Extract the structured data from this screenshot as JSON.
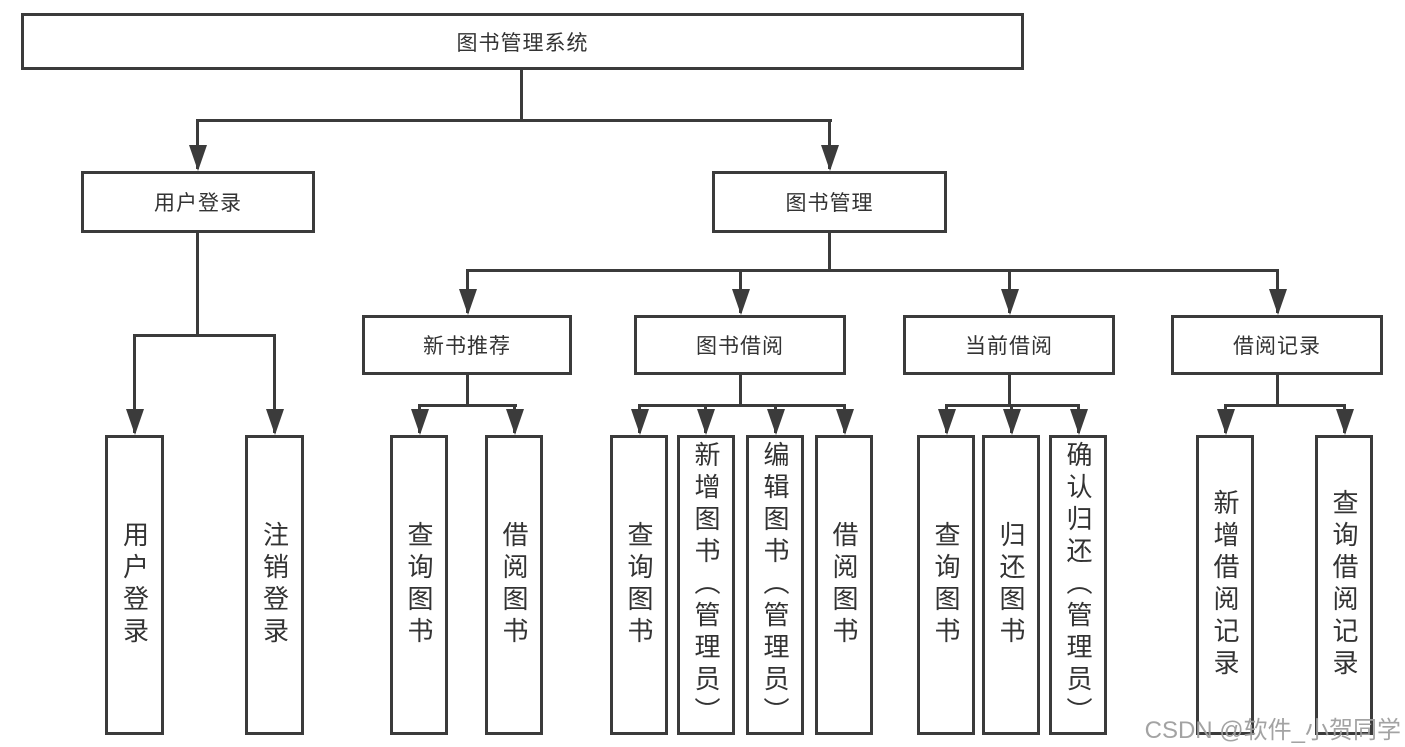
{
  "colors": {
    "line": "#3b3b3b",
    "text": "#333333",
    "background": "#ffffff",
    "watermark": "#9e9e9e"
  },
  "nodes": {
    "root": {
      "label": "图书管理系统"
    },
    "level2": [
      {
        "label": "用户登录"
      },
      {
        "label": "图书管理"
      }
    ],
    "level3": [
      {
        "label": "新书推荐",
        "parent": "图书管理"
      },
      {
        "label": "图书借阅",
        "parent": "图书管理"
      },
      {
        "label": "当前借阅",
        "parent": "图书管理"
      },
      {
        "label": "借阅记录",
        "parent": "图书管理"
      }
    ],
    "leaves": [
      {
        "label": "用户登录",
        "parent": "用户登录"
      },
      {
        "label": "注销登录",
        "parent": "用户登录"
      },
      {
        "label": "查询图书",
        "parent": "新书推荐"
      },
      {
        "label": "借阅图书",
        "parent": "新书推荐"
      },
      {
        "label": "查询图书",
        "parent": "图书借阅"
      },
      {
        "label": "新增图书（管理员）",
        "parent": "图书借阅"
      },
      {
        "label": "编辑图书（管理员）",
        "parent": "图书借阅"
      },
      {
        "label": "借阅图书",
        "parent": "图书借阅"
      },
      {
        "label": "查询图书",
        "parent": "当前借阅"
      },
      {
        "label": "归还图书",
        "parent": "当前借阅"
      },
      {
        "label": "确认归还（管理员）",
        "parent": "当前借阅"
      },
      {
        "label": "新增借阅记录",
        "parent": "借阅记录"
      },
      {
        "label": "查询借阅记录",
        "parent": "借阅记录"
      }
    ]
  },
  "watermark": {
    "text": "CSDN @软件_小贺同学"
  }
}
